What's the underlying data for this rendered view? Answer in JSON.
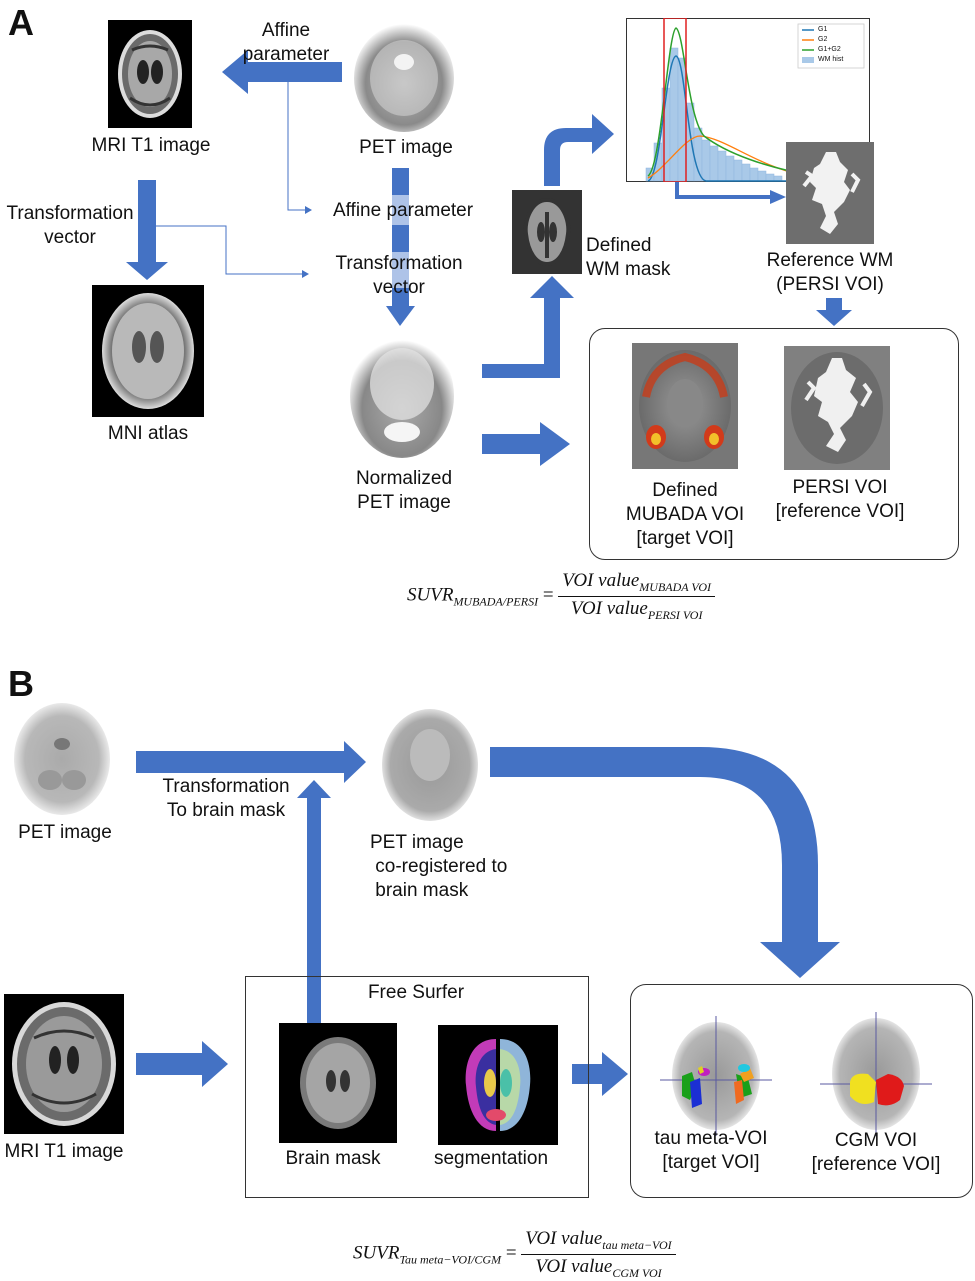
{
  "panel_a": {
    "letter": "A",
    "affine_parameter_top": "Affine\nparameter",
    "mri_label": "MRI T1 image",
    "pet_label": "PET image",
    "transformation_vector_left": "Transformation\nvector",
    "affine_parameter_mid": "Affine parameter",
    "transformation_vector_mid": "Transformation\nvector",
    "mni_label": "MNI atlas",
    "normalized_pet_label": "Normalized\nPET image",
    "wm_mask_label": "Defined\nWM mask",
    "reference_wm_label": "Reference WM\n(PERSI VOI)",
    "mubada_label": "Defined\nMUBADA VOI\n[target VOI]",
    "persi_label": "PERSI VOI\n[reference VOI]",
    "legend": [
      "G1",
      "G2",
      "G1+G2",
      "WM hist"
    ],
    "formula": {
      "lhs": "SUVR",
      "lhs_sub": "MUBADA/PERSI",
      "num": "VOI value",
      "num_sub": "MUBADA VOI",
      "den": "VOI value",
      "den_sub": "PERSI VOI"
    }
  },
  "panel_b": {
    "letter": "B",
    "pet_label": "PET image",
    "transformation_label": "Transformation\nTo brain mask",
    "coreg_label": "PET image\n co-registered to\n brain mask",
    "freesurfer_label": "Free Surfer",
    "mri_label": "MRI T1 image",
    "brain_mask_label": "Brain mask",
    "segmentation_label": "segmentation",
    "tau_label": "tau meta-VOI\n[target VOI]",
    "cgm_label": "CGM VOI\n[reference VOI]",
    "formula": {
      "lhs": "SUVR",
      "lhs_sub": "Tau meta−VOI/CGM",
      "num": "VOI value",
      "num_sub": "tau meta−VOI",
      "den": "VOI value",
      "den_sub": "CGM VOI"
    }
  },
  "colors": {
    "arrow": "#4472c4",
    "g1": "#1f77b4",
    "g2": "#ff7f0e",
    "g12": "#2ca02c",
    "hist": "#a9c9e8",
    "highlight": "#e02020"
  }
}
